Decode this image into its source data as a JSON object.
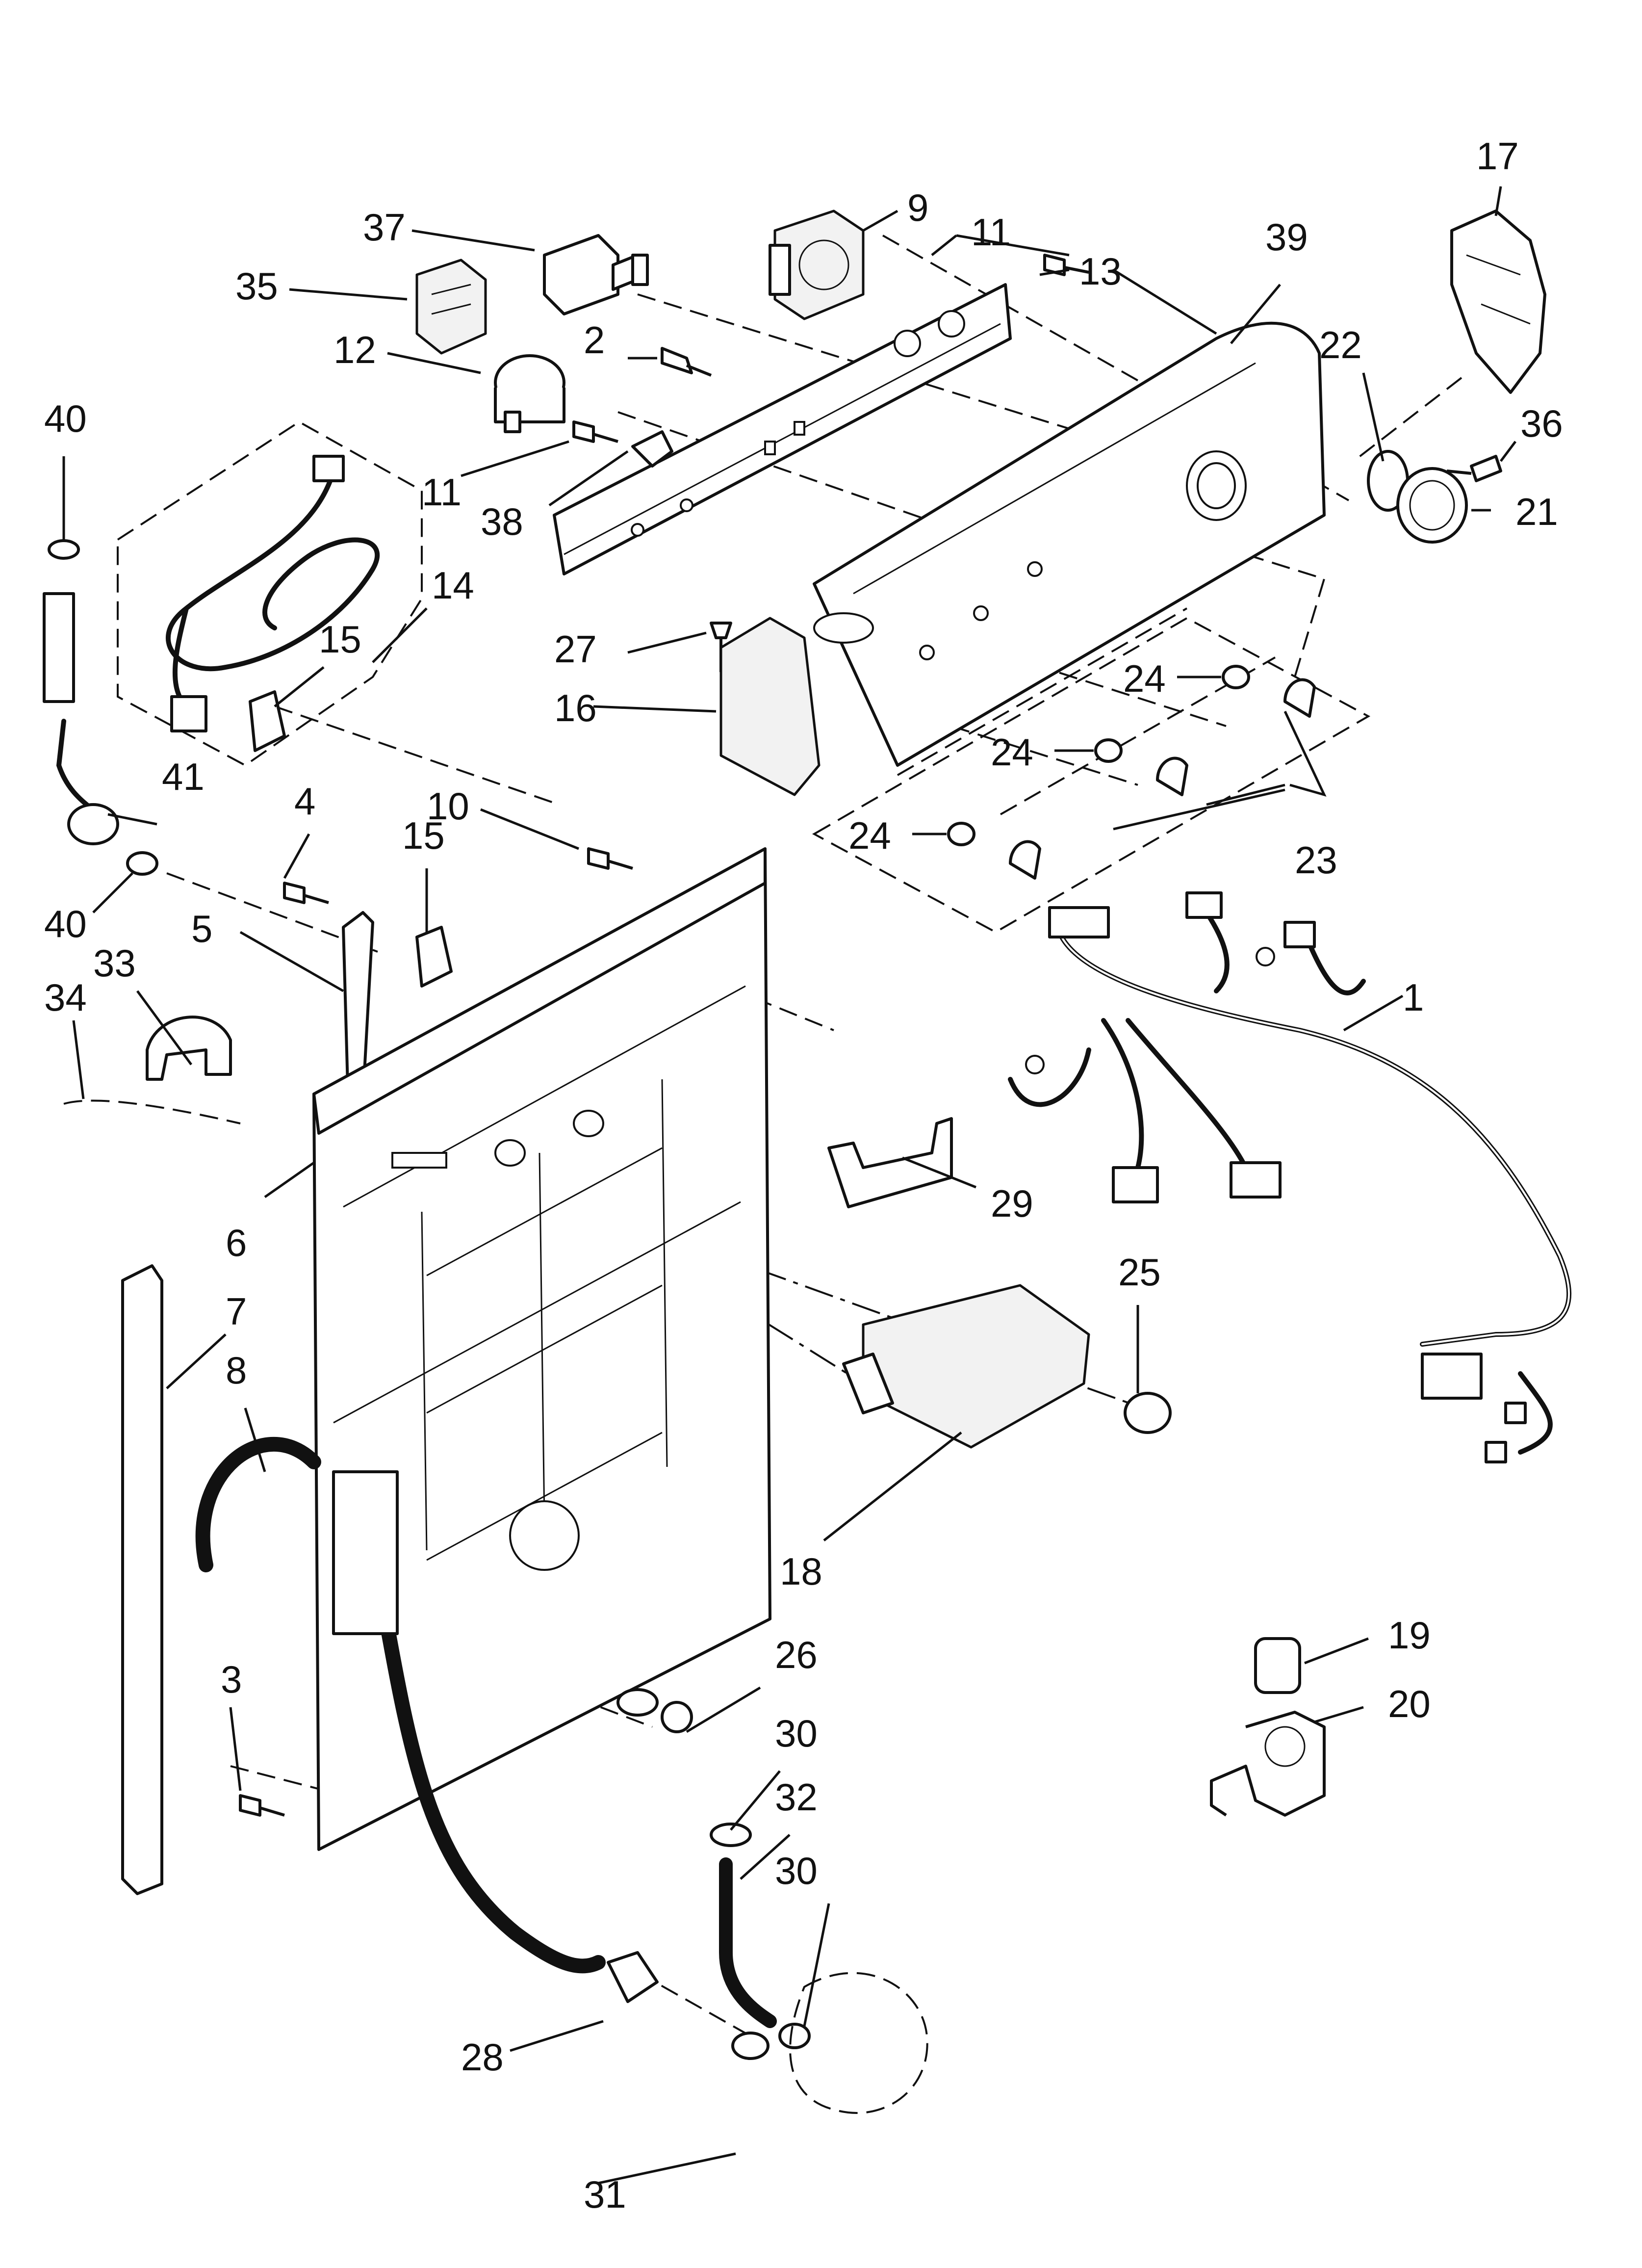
{
  "colors": {
    "line": "#111111",
    "background": "#ffffff",
    "shade": "#f2f2f2"
  },
  "callouts": [
    {
      "id": "c37",
      "label": "37"
    },
    {
      "id": "c9",
      "label": "9"
    },
    {
      "id": "c11a",
      "label": "11"
    },
    {
      "id": "c13",
      "label": "13"
    },
    {
      "id": "c39",
      "label": "39"
    },
    {
      "id": "c17",
      "label": "17"
    },
    {
      "id": "c35",
      "label": "35"
    },
    {
      "id": "c2",
      "label": "2"
    },
    {
      "id": "c22",
      "label": "22"
    },
    {
      "id": "c36",
      "label": "36"
    },
    {
      "id": "c40a",
      "label": "40"
    },
    {
      "id": "c12",
      "label": "12"
    },
    {
      "id": "c11b",
      "label": "11"
    },
    {
      "id": "c21",
      "label": "21"
    },
    {
      "id": "c38",
      "label": "38"
    },
    {
      "id": "c14",
      "label": "14"
    },
    {
      "id": "c27",
      "label": "27"
    },
    {
      "id": "c15a",
      "label": "15"
    },
    {
      "id": "c24a",
      "label": "24"
    },
    {
      "id": "c16",
      "label": "16"
    },
    {
      "id": "c24b",
      "label": "24"
    },
    {
      "id": "c41",
      "label": "41"
    },
    {
      "id": "c10",
      "label": "10"
    },
    {
      "id": "c4",
      "label": "4"
    },
    {
      "id": "c15b",
      "label": "15"
    },
    {
      "id": "c24c",
      "label": "24"
    },
    {
      "id": "c23",
      "label": "23"
    },
    {
      "id": "c40b",
      "label": "40"
    },
    {
      "id": "c33",
      "label": "33"
    },
    {
      "id": "c5",
      "label": "5"
    },
    {
      "id": "c34",
      "label": "34"
    },
    {
      "id": "c1",
      "label": "1"
    },
    {
      "id": "c29",
      "label": "29"
    },
    {
      "id": "c6",
      "label": "6"
    },
    {
      "id": "c25",
      "label": "25"
    },
    {
      "id": "c7",
      "label": "7"
    },
    {
      "id": "c8",
      "label": "8"
    },
    {
      "id": "c18",
      "label": "18"
    },
    {
      "id": "c19",
      "label": "19"
    },
    {
      "id": "c3",
      "label": "3"
    },
    {
      "id": "c26",
      "label": "26"
    },
    {
      "id": "c20",
      "label": "20"
    },
    {
      "id": "c30a",
      "label": "30"
    },
    {
      "id": "c32",
      "label": "32"
    },
    {
      "id": "c30b",
      "label": "30"
    },
    {
      "id": "c28",
      "label": "28"
    },
    {
      "id": "c31",
      "label": "31"
    }
  ]
}
